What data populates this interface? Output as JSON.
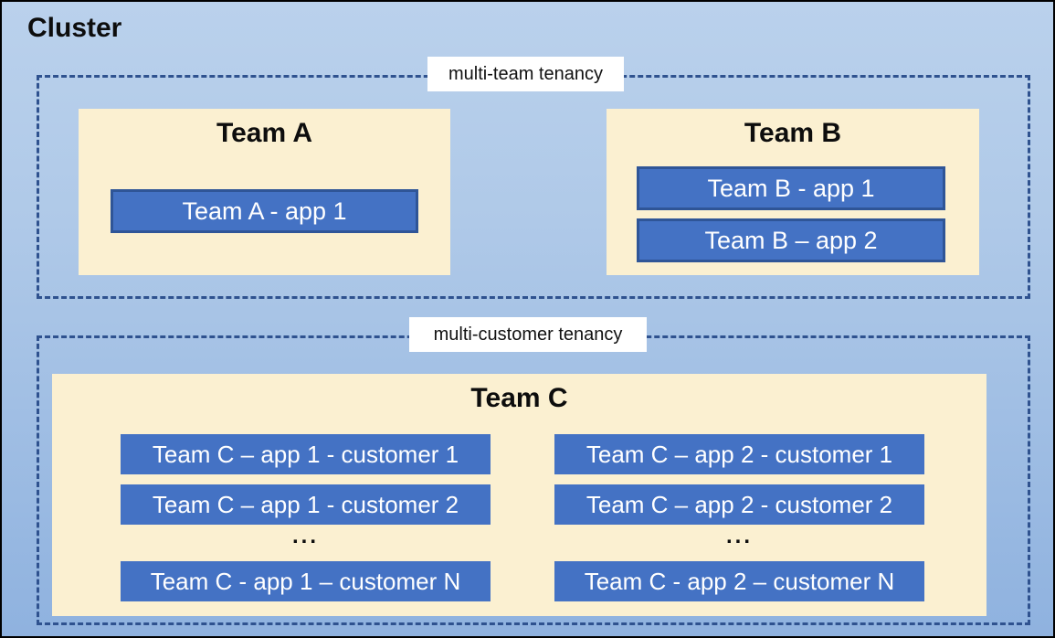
{
  "cluster": {
    "title": "Cluster"
  },
  "sections": [
    {
      "label": "multi-team tenancy"
    },
    {
      "label": "multi-customer tenancy"
    }
  ],
  "teams": [
    {
      "name": "Team A",
      "apps": [
        "Team A - app 1"
      ]
    },
    {
      "name": "Team B",
      "apps": [
        "Team B - app 1",
        "Team B – app 2"
      ]
    },
    {
      "name": "Team C",
      "columns": [
        {
          "apps": [
            "Team C – app 1 - customer 1",
            "Team C – app 1 - customer 2"
          ],
          "ellipsis": "...",
          "last_app": "Team C - app 1 – customer N"
        },
        {
          "apps": [
            "Team C – app 2 - customer 1",
            "Team C – app 2 - customer 2"
          ],
          "ellipsis": "...",
          "last_app": "Team C - app 2 – customer N"
        }
      ]
    }
  ],
  "colors": {
    "background_top": "#BAD1EC",
    "background_bottom": "#8FB2DF",
    "outer_border": "#000000",
    "dashed_border": "#2F528F",
    "panel_fill": "#FBF0D1",
    "app_fill": "#4472C4",
    "app_border": "#2F5597",
    "app_text": "#FFFFFF",
    "label_background": "#FFFFFF",
    "title_text": "#0D0D0D"
  }
}
